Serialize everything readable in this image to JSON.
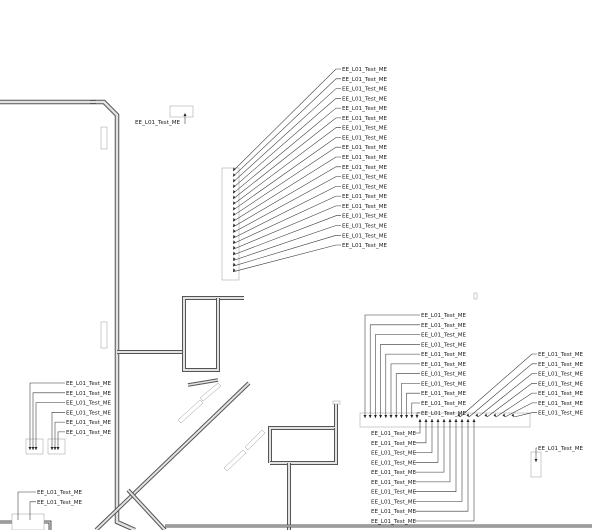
{
  "drawing": {
    "tag_text": "EE_L01_Test_ME",
    "groups": [
      {
        "id": "top-right",
        "count": 19
      },
      {
        "id": "top-left-single",
        "count": 1
      },
      {
        "id": "mid-right",
        "count": 11
      },
      {
        "id": "far-right",
        "count": 7
      },
      {
        "id": "far-right-single",
        "count": 1
      },
      {
        "id": "left",
        "count": 6
      },
      {
        "id": "bottom-left",
        "count": 2
      },
      {
        "id": "bottom-middle",
        "count": 10
      }
    ],
    "colors": {
      "pipe_outline": "#555555",
      "pipe_fill": "#e2e2e2",
      "leader": "#333333"
    }
  }
}
